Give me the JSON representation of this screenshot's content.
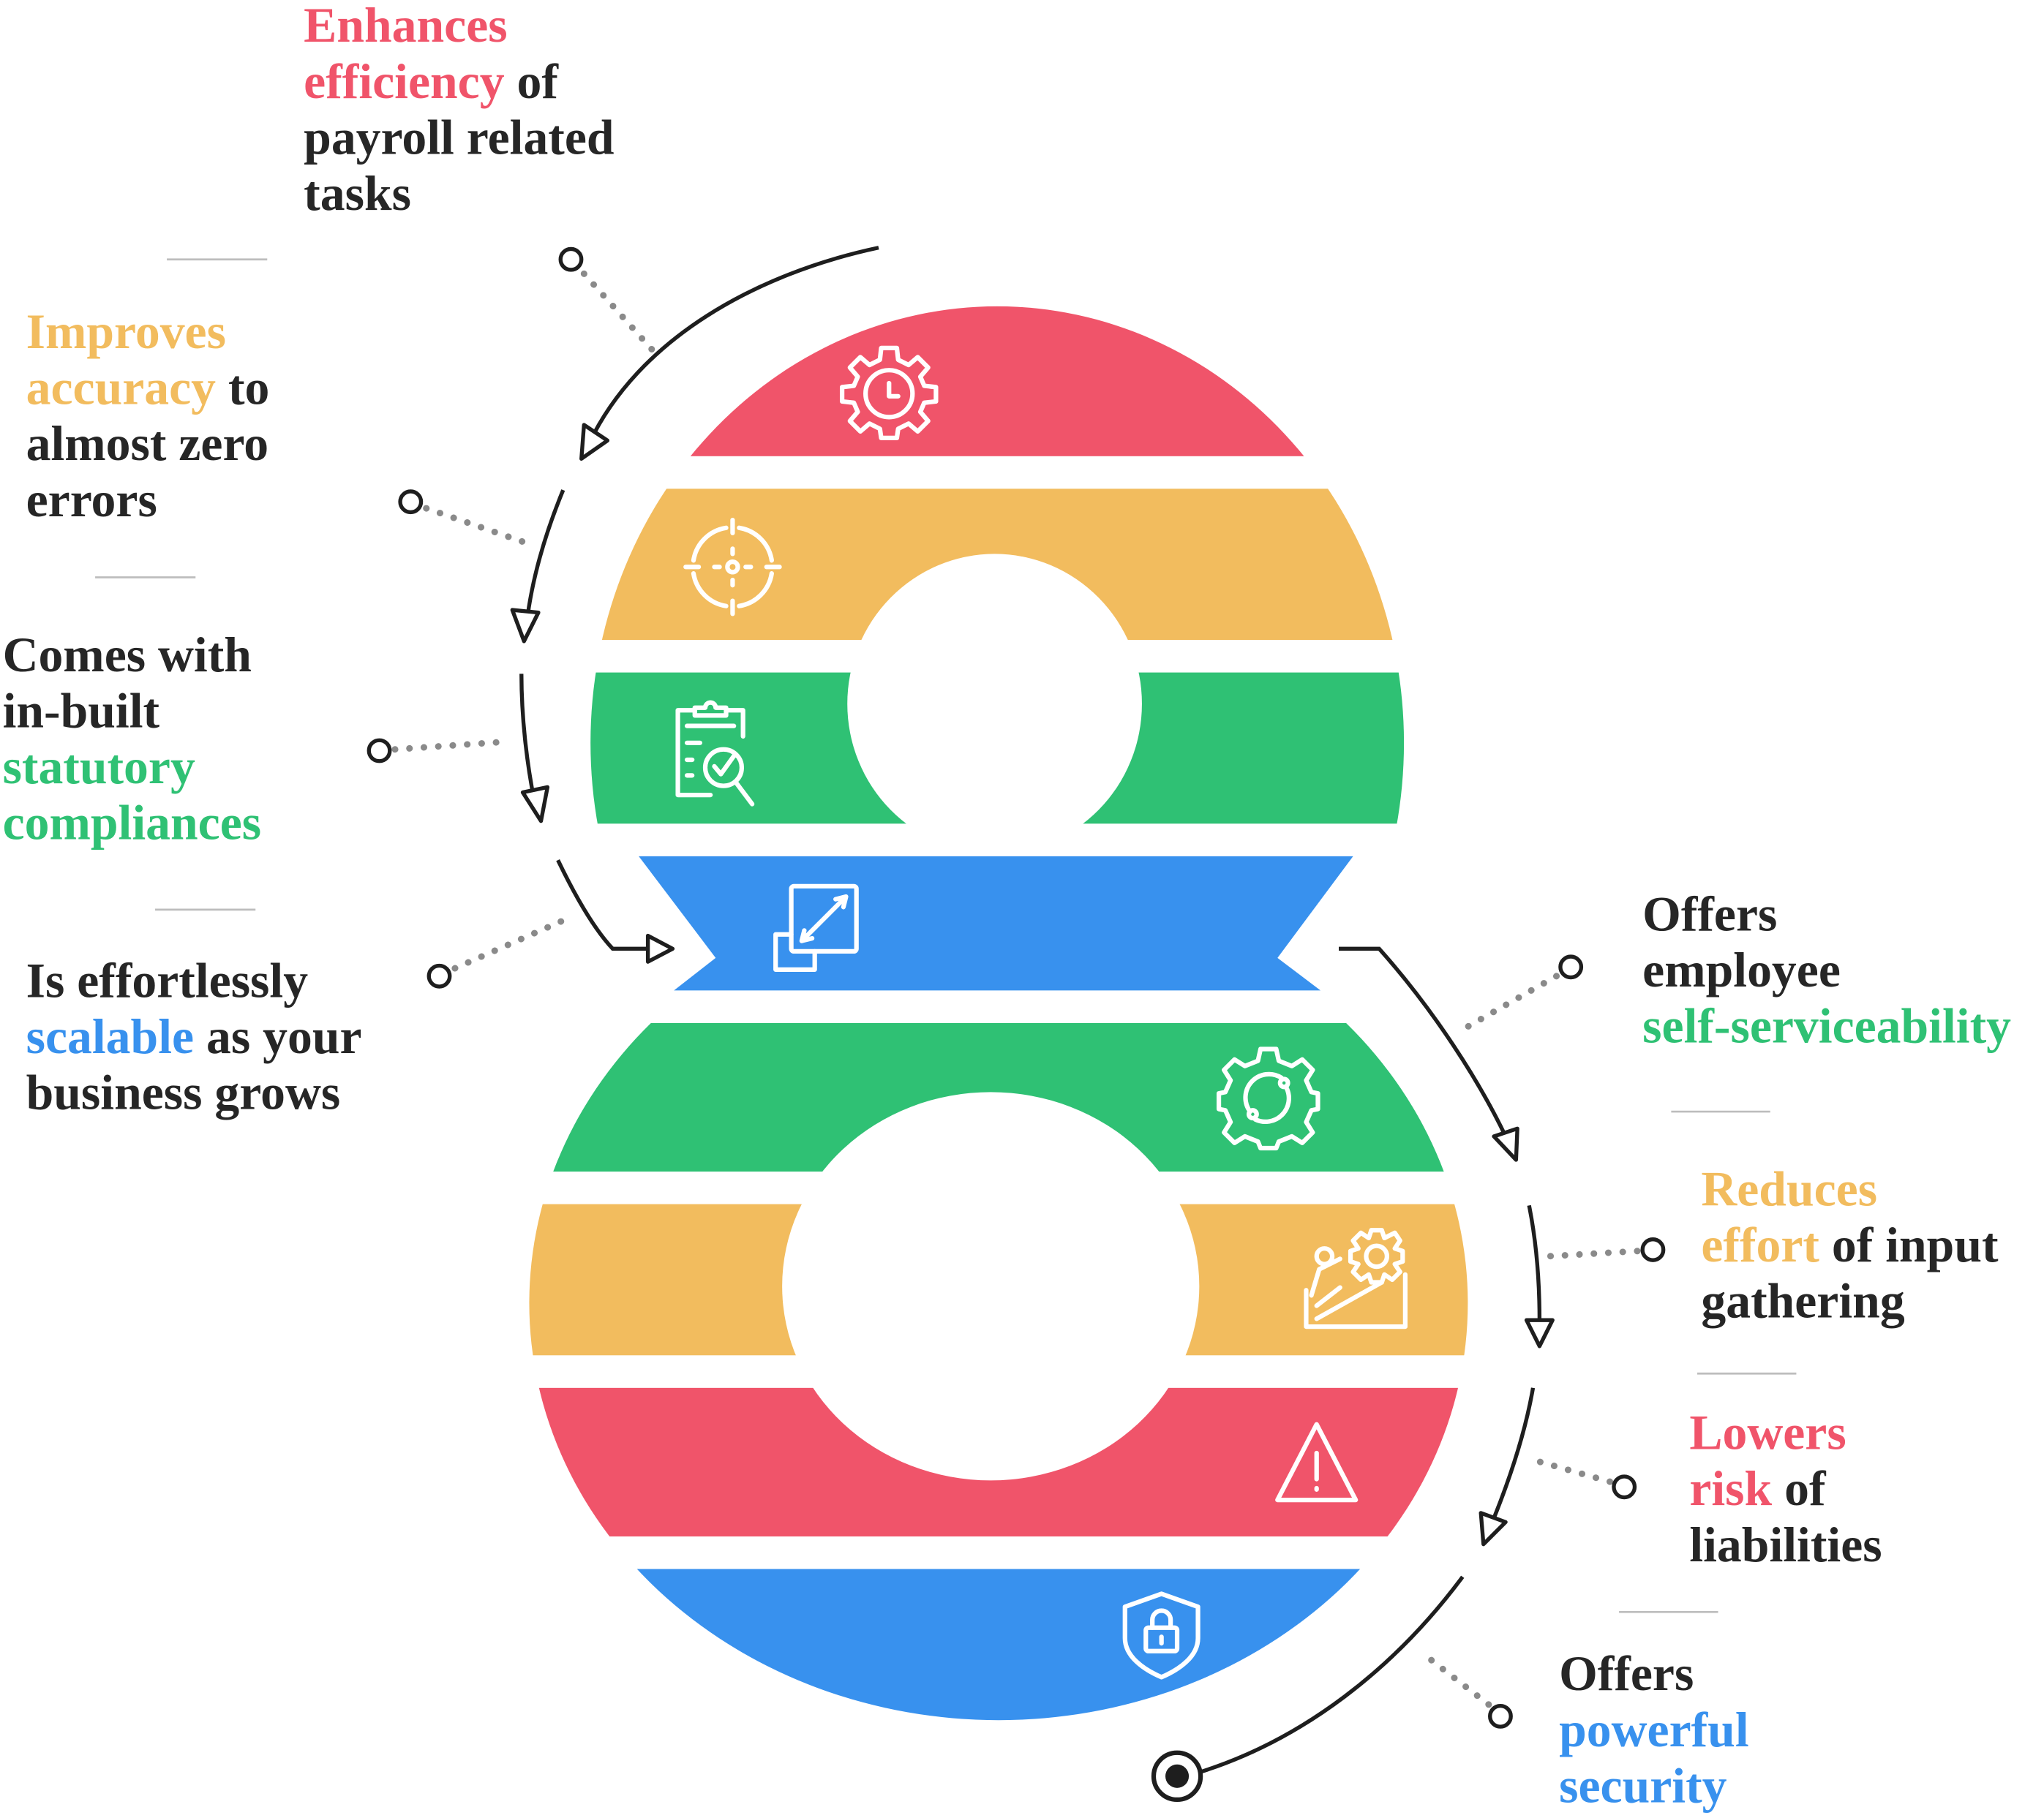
{
  "colors": {
    "red": "#F0546A",
    "yellow": "#F2BC5E",
    "green": "#2FC174",
    "blue": "#3891EE",
    "dark": "#262626"
  },
  "blocks": [
    {
      "id": "efficiency",
      "icon": "gear-clock-icon",
      "lines": [
        [
          [
            "Enhances",
            "red"
          ]
        ],
        [
          [
            "efficiency",
            "red"
          ],
          [
            " of",
            "dark"
          ]
        ],
        [
          [
            "payroll related",
            "dark"
          ]
        ],
        [
          [
            "tasks",
            "dark"
          ]
        ]
      ]
    },
    {
      "id": "accuracy",
      "icon": "target-icon",
      "lines": [
        [
          [
            "Improves",
            "yellow"
          ]
        ],
        [
          [
            "accuracy",
            "yellow"
          ],
          [
            " to",
            "dark"
          ]
        ],
        [
          [
            "almost zero",
            "dark"
          ]
        ],
        [
          [
            "errors",
            "dark"
          ]
        ]
      ]
    },
    {
      "id": "compliance",
      "icon": "clipboard-check-icon",
      "lines": [
        [
          [
            "Comes with",
            "dark"
          ]
        ],
        [
          [
            "in-built",
            "dark"
          ]
        ],
        [
          [
            "statutory",
            "green"
          ]
        ],
        [
          [
            "compliances",
            "green"
          ]
        ]
      ]
    },
    {
      "id": "scalable",
      "icon": "resize-icon",
      "lines": [
        [
          [
            "Is effortlessly",
            "dark"
          ]
        ],
        [
          [
            "scalable",
            "blue"
          ],
          [
            " as your",
            "dark"
          ]
        ],
        [
          [
            "business grows",
            "dark"
          ]
        ]
      ]
    },
    {
      "id": "self-service",
      "icon": "gear-cycle-icon",
      "lines": [
        [
          [
            "Offers",
            "dark"
          ]
        ],
        [
          [
            "employee",
            "dark"
          ]
        ],
        [
          [
            "self-serviceability",
            "green"
          ]
        ]
      ]
    },
    {
      "id": "effort",
      "icon": "climb-gear-icon",
      "lines": [
        [
          [
            "Reduces",
            "yellow"
          ]
        ],
        [
          [
            "effort",
            "yellow"
          ],
          [
            " of input",
            "dark"
          ]
        ],
        [
          [
            "gathering",
            "dark"
          ]
        ]
      ]
    },
    {
      "id": "risk",
      "icon": "warning-icon",
      "lines": [
        [
          [
            "Lowers",
            "red"
          ]
        ],
        [
          [
            "risk",
            "red"
          ],
          [
            " of",
            "dark"
          ]
        ],
        [
          [
            "liabilities",
            "dark"
          ]
        ]
      ]
    },
    {
      "id": "security",
      "icon": "shield-lock-icon",
      "lines": [
        [
          [
            "Offers",
            "dark"
          ]
        ],
        [
          [
            "powerful",
            "blue"
          ]
        ],
        [
          [
            "security",
            "blue"
          ]
        ]
      ]
    }
  ]
}
